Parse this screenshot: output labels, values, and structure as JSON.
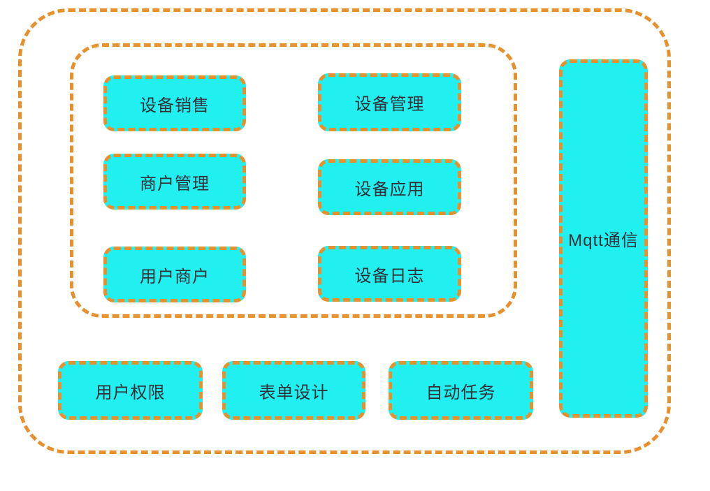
{
  "colors": {
    "border": "#E6912D",
    "fill": "#22EFEF",
    "text": "#303038"
  },
  "modules": [
    {
      "label": "设备销售"
    },
    {
      "label": "设备管理"
    },
    {
      "label": "商户管理"
    },
    {
      "label": "设备应用"
    },
    {
      "label": "用户商户"
    },
    {
      "label": "设备日志"
    }
  ],
  "bottom_modules": [
    {
      "label": "用户权限"
    },
    {
      "label": "表单设计"
    },
    {
      "label": "自动任务"
    }
  ],
  "side_module": {
    "label": "Mqtt通信"
  }
}
